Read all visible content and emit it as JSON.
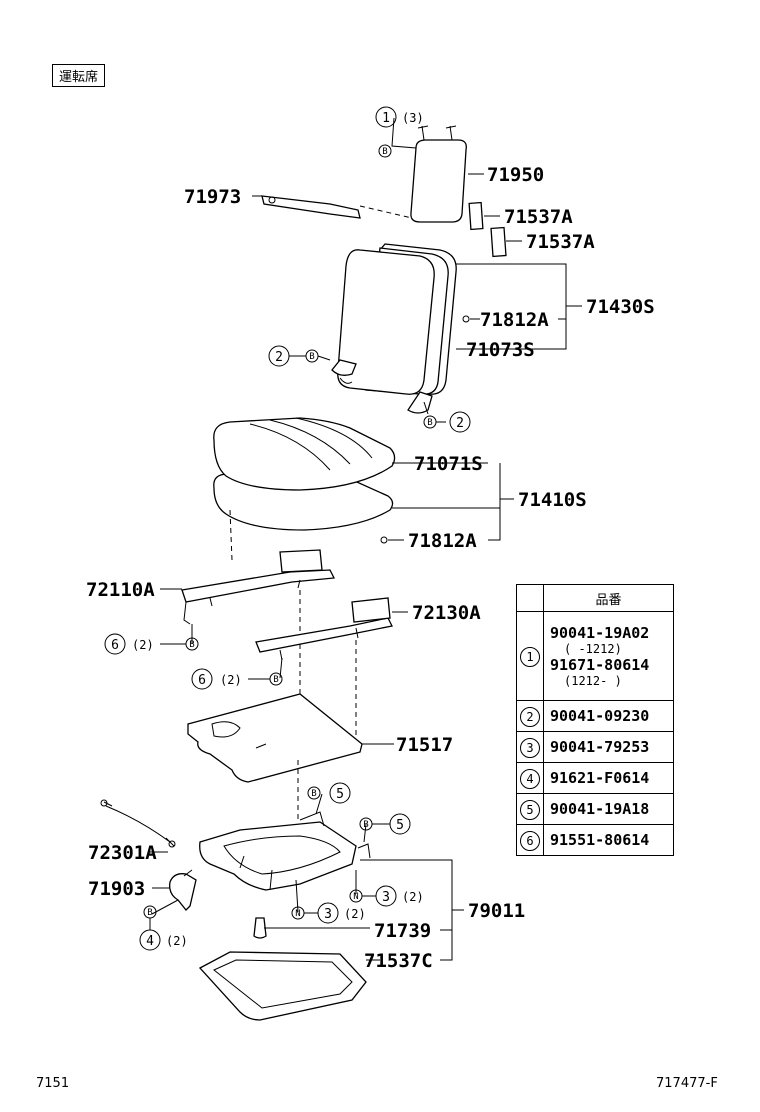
{
  "header": {
    "label": "運転席"
  },
  "footer": {
    "left": "7151",
    "right": "717477-F"
  },
  "parts": {
    "p71950": "71950",
    "p71973": "71973",
    "p71537A_1": "71537A",
    "p71537A_2": "71537A",
    "p71430S": "71430S",
    "p71812A_1": "71812A",
    "p71073S": "71073S",
    "p71071S": "71071S",
    "p71410S": "71410S",
    "p71812A_2": "71812A",
    "p72110A": "72110A",
    "p72130A": "72130A",
    "p71517": "71517",
    "p72301A": "72301A",
    "p71903": "71903",
    "p79011": "79011",
    "p71739": "71739",
    "p71537C": "71537C"
  },
  "callouts": {
    "c1": {
      "num": "1",
      "qty": "(3)",
      "sym": "B"
    },
    "c2a": {
      "num": "2",
      "sym": "B"
    },
    "c2b": {
      "num": "2",
      "sym": "B"
    },
    "c6a": {
      "num": "6",
      "qty": "(2)",
      "sym": "B"
    },
    "c6b": {
      "num": "6",
      "qty": "(2)",
      "sym": "B"
    },
    "c5a": {
      "num": "5",
      "sym": "B"
    },
    "c5b": {
      "num": "5",
      "sym": "B"
    },
    "c3a": {
      "num": "3",
      "qty": "(2)",
      "sym": "N"
    },
    "c3b": {
      "num": "3",
      "qty": "(2)",
      "sym": "N"
    },
    "c4": {
      "num": "4",
      "qty": "(2)",
      "sym": "B"
    }
  },
  "table": {
    "header": "品番",
    "rows": [
      {
        "num": "1",
        "entries": [
          {
            "part": "90041-19A02",
            "note": "(    -1212)"
          },
          {
            "part": "91671-80614",
            "note": "(1212-    )"
          }
        ]
      },
      {
        "num": "2",
        "entries": [
          {
            "part": "90041-09230"
          }
        ]
      },
      {
        "num": "3",
        "entries": [
          {
            "part": "90041-79253"
          }
        ]
      },
      {
        "num": "4",
        "entries": [
          {
            "part": "91621-F0614"
          }
        ]
      },
      {
        "num": "5",
        "entries": [
          {
            "part": "90041-19A18"
          }
        ]
      },
      {
        "num": "6",
        "entries": [
          {
            "part": "91551-80614"
          }
        ]
      }
    ]
  }
}
